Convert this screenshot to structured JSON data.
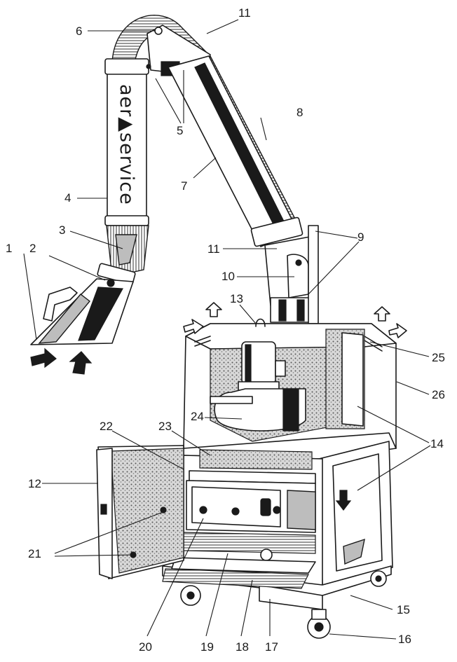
{
  "brand_text": "aer▲service",
  "callouts": [
    {
      "id": "1",
      "text": "1"
    },
    {
      "id": "2",
      "text": "2"
    },
    {
      "id": "3",
      "text": "3"
    },
    {
      "id": "4",
      "text": "4"
    },
    {
      "id": "5",
      "text": "5"
    },
    {
      "id": "6",
      "text": "6"
    },
    {
      "id": "7",
      "text": "7"
    },
    {
      "id": "8",
      "text": "8"
    },
    {
      "id": "9",
      "text": "9"
    },
    {
      "id": "10",
      "text": "10"
    },
    {
      "id": "11a",
      "text": "11"
    },
    {
      "id": "11b",
      "text": "11"
    },
    {
      "id": "12",
      "text": "12"
    },
    {
      "id": "13",
      "text": "13"
    },
    {
      "id": "14",
      "text": "14"
    },
    {
      "id": "15",
      "text": "15"
    },
    {
      "id": "16",
      "text": "16"
    },
    {
      "id": "17",
      "text": "17"
    },
    {
      "id": "18",
      "text": "18"
    },
    {
      "id": "19",
      "text": "19"
    },
    {
      "id": "20",
      "text": "20"
    },
    {
      "id": "21",
      "text": "21"
    },
    {
      "id": "22",
      "text": "22"
    },
    {
      "id": "23",
      "text": "23"
    },
    {
      "id": "24",
      "text": "24"
    },
    {
      "id": "25",
      "text": "25"
    },
    {
      "id": "26",
      "text": "26"
    }
  ]
}
